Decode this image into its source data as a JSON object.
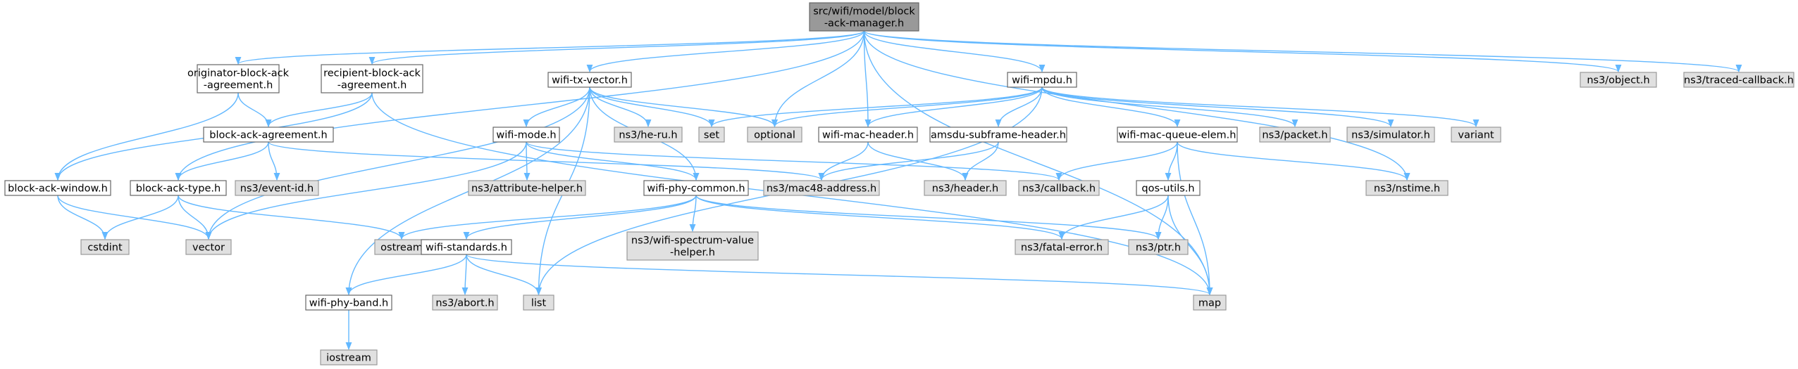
{
  "graph": {
    "type": "include-dependency-graph",
    "colors": {
      "root_fill": "#999999",
      "local_fill": "#ffffff",
      "local_stroke": "#666666",
      "system_fill": "#e0e0e0",
      "system_stroke": "#999999",
      "edge": "#63b8ff"
    },
    "nodes": [
      {
        "id": "root",
        "kind": "root",
        "lines": [
          "src/wifi/model/block",
          "-ack-manager.h"
        ]
      },
      {
        "id": "orig",
        "kind": "local",
        "lines": [
          "originator-block-ack",
          "-agreement.h"
        ]
      },
      {
        "id": "recip",
        "kind": "local",
        "lines": [
          "recipient-block-ack",
          "-agreement.h"
        ]
      },
      {
        "id": "txvec",
        "kind": "local",
        "lines": [
          "wifi-tx-vector.h"
        ]
      },
      {
        "id": "mpdu",
        "kind": "local",
        "lines": [
          "wifi-mpdu.h"
        ]
      },
      {
        "id": "object",
        "kind": "system",
        "lines": [
          "ns3/object.h"
        ]
      },
      {
        "id": "traced",
        "kind": "system",
        "lines": [
          "ns3/traced-callback.h"
        ]
      },
      {
        "id": "baa",
        "kind": "local",
        "lines": [
          "block-ack-agreement.h"
        ]
      },
      {
        "id": "wmode",
        "kind": "local",
        "lines": [
          "wifi-mode.h"
        ]
      },
      {
        "id": "heru",
        "kind": "system",
        "lines": [
          "ns3/he-ru.h"
        ]
      },
      {
        "id": "set",
        "kind": "system",
        "lines": [
          "set"
        ]
      },
      {
        "id": "optional",
        "kind": "system",
        "lines": [
          "optional"
        ]
      },
      {
        "id": "machdr",
        "kind": "local",
        "lines": [
          "wifi-mac-header.h"
        ]
      },
      {
        "id": "amsdu",
        "kind": "local",
        "lines": [
          "amsdu-subframe-header.h"
        ]
      },
      {
        "id": "mqelem",
        "kind": "local",
        "lines": [
          "wifi-mac-queue-elem.h"
        ]
      },
      {
        "id": "packet",
        "kind": "system",
        "lines": [
          "ns3/packet.h"
        ]
      },
      {
        "id": "simulator",
        "kind": "system",
        "lines": [
          "ns3/simulator.h"
        ]
      },
      {
        "id": "variant",
        "kind": "system",
        "lines": [
          "variant"
        ]
      },
      {
        "id": "bawin",
        "kind": "local",
        "lines": [
          "block-ack-window.h"
        ]
      },
      {
        "id": "batype",
        "kind": "local",
        "lines": [
          "block-ack-type.h"
        ]
      },
      {
        "id": "eventid",
        "kind": "system",
        "lines": [
          "ns3/event-id.h"
        ]
      },
      {
        "id": "attr",
        "kind": "system",
        "lines": [
          "ns3/attribute-helper.h"
        ]
      },
      {
        "id": "phycommon",
        "kind": "local",
        "lines": [
          "wifi-phy-common.h"
        ]
      },
      {
        "id": "mac48",
        "kind": "system",
        "lines": [
          "ns3/mac48-address.h"
        ]
      },
      {
        "id": "header",
        "kind": "system",
        "lines": [
          "ns3/header.h"
        ]
      },
      {
        "id": "callback",
        "kind": "system",
        "lines": [
          "ns3/callback.h"
        ]
      },
      {
        "id": "qos",
        "kind": "local",
        "lines": [
          "qos-utils.h"
        ]
      },
      {
        "id": "nstime",
        "kind": "system",
        "lines": [
          "ns3/nstime.h"
        ]
      },
      {
        "id": "cstdint",
        "kind": "system",
        "lines": [
          "cstdint"
        ]
      },
      {
        "id": "vector",
        "kind": "system",
        "lines": [
          "vector"
        ]
      },
      {
        "id": "ostream",
        "kind": "system",
        "lines": [
          "ostream"
        ]
      },
      {
        "id": "wstd",
        "kind": "local",
        "lines": [
          "wifi-standards.h"
        ]
      },
      {
        "id": "spectrum",
        "kind": "system",
        "lines": [
          "ns3/wifi-spectrum-value",
          "-helper.h"
        ]
      },
      {
        "id": "fatal",
        "kind": "system",
        "lines": [
          "ns3/fatal-error.h"
        ]
      },
      {
        "id": "ptr",
        "kind": "system",
        "lines": [
          "ns3/ptr.h"
        ]
      },
      {
        "id": "band",
        "kind": "local",
        "lines": [
          "wifi-phy-band.h"
        ]
      },
      {
        "id": "abort",
        "kind": "system",
        "lines": [
          "ns3/abort.h"
        ]
      },
      {
        "id": "list",
        "kind": "system",
        "lines": [
          "list"
        ]
      },
      {
        "id": "map",
        "kind": "system",
        "lines": [
          "map"
        ]
      },
      {
        "id": "iostream",
        "kind": "system",
        "lines": [
          "iostream"
        ]
      }
    ],
    "edges": [
      [
        "root",
        "orig"
      ],
      [
        "root",
        "recip"
      ],
      [
        "root",
        "txvec"
      ],
      [
        "root",
        "mpdu"
      ],
      [
        "root",
        "object"
      ],
      [
        "root",
        "traced"
      ],
      [
        "root",
        "batype"
      ],
      [
        "root",
        "optional"
      ],
      [
        "root",
        "machdr"
      ],
      [
        "root",
        "nstime"
      ],
      [
        "root",
        "map"
      ],
      [
        "orig",
        "baa"
      ],
      [
        "orig",
        "bawin"
      ],
      [
        "recip",
        "baa"
      ],
      [
        "recip",
        "bawin"
      ],
      [
        "recip",
        "map"
      ],
      [
        "baa",
        "batype"
      ],
      [
        "baa",
        "eventid"
      ],
      [
        "baa",
        "mac48"
      ],
      [
        "txvec",
        "wmode"
      ],
      [
        "txvec",
        "heru"
      ],
      [
        "txvec",
        "set"
      ],
      [
        "txvec",
        "optional"
      ],
      [
        "txvec",
        "phycommon"
      ],
      [
        "txvec",
        "vector"
      ],
      [
        "txvec",
        "list"
      ],
      [
        "txvec",
        "band"
      ],
      [
        "mpdu",
        "set"
      ],
      [
        "mpdu",
        "optional"
      ],
      [
        "mpdu",
        "machdr"
      ],
      [
        "mpdu",
        "amsdu"
      ],
      [
        "mpdu",
        "mqelem"
      ],
      [
        "mpdu",
        "packet"
      ],
      [
        "mpdu",
        "simulator"
      ],
      [
        "mpdu",
        "variant"
      ],
      [
        "mpdu",
        "list"
      ],
      [
        "wmode",
        "attr"
      ],
      [
        "wmode",
        "phycommon"
      ],
      [
        "wmode",
        "vector"
      ],
      [
        "wmode",
        "callback"
      ],
      [
        "machdr",
        "mac48"
      ],
      [
        "machdr",
        "header"
      ],
      [
        "amsdu",
        "mac48"
      ],
      [
        "amsdu",
        "header"
      ],
      [
        "mqelem",
        "callback"
      ],
      [
        "mqelem",
        "qos"
      ],
      [
        "mqelem",
        "nstime"
      ],
      [
        "mqelem",
        "map"
      ],
      [
        "bawin",
        "cstdint"
      ],
      [
        "bawin",
        "vector"
      ],
      [
        "batype",
        "cstdint"
      ],
      [
        "batype",
        "vector"
      ],
      [
        "batype",
        "ostream"
      ],
      [
        "phycommon",
        "ostream"
      ],
      [
        "phycommon",
        "wstd"
      ],
      [
        "phycommon",
        "spectrum"
      ],
      [
        "phycommon",
        "fatal"
      ],
      [
        "phycommon",
        "ptr"
      ],
      [
        "qos",
        "fatal"
      ],
      [
        "qos",
        "ptr"
      ],
      [
        "qos",
        "map"
      ],
      [
        "wstd",
        "band"
      ],
      [
        "wstd",
        "abort"
      ],
      [
        "wstd",
        "list"
      ],
      [
        "wstd",
        "map"
      ],
      [
        "band",
        "iostream"
      ]
    ]
  }
}
